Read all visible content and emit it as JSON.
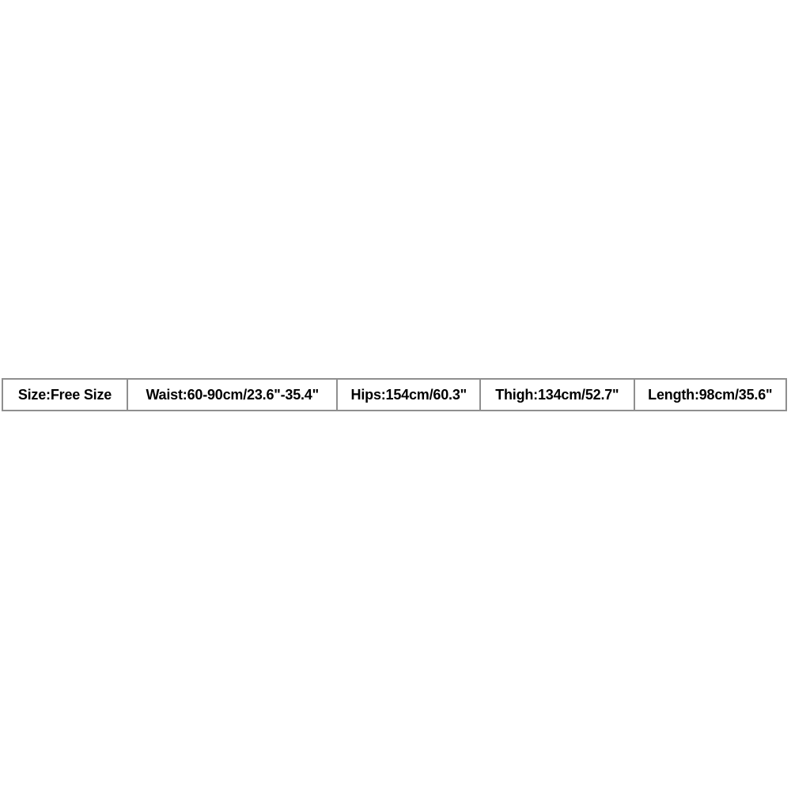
{
  "size_chart": {
    "row_label": "product-size-chart",
    "cells": [
      "Size:Free Size",
      "Waist:60-90cm/23.6\"-35.4\"",
      "Hips:154cm/60.3\"",
      "Thigh:134cm/52.7\"",
      "Length:98cm/35.6\""
    ],
    "colors": {
      "text": "#000000",
      "border": "#8f8f8f",
      "background": "#ffffff"
    }
  }
}
